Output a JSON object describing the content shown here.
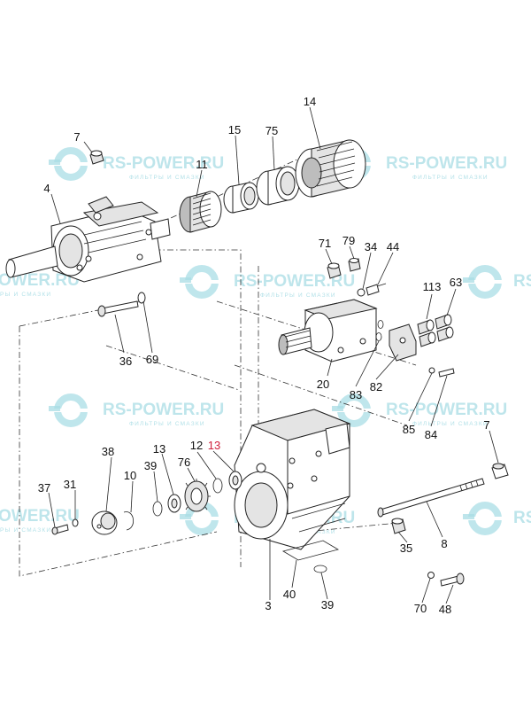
{
  "watermark": {
    "text": "RS-POWER.RU",
    "subtitle": "ФИЛЬТРЫ И СМАЗКИ",
    "left_fragment": "OWER.RU",
    "left_sub_fragment": "РЫ И СМАЗКИ",
    "right_fragment": "RS"
  },
  "callouts": [
    {
      "id": "7",
      "color": "#111111"
    },
    {
      "id": "4",
      "color": "#111111"
    },
    {
      "id": "11",
      "color": "#111111"
    },
    {
      "id": "15",
      "color": "#111111"
    },
    {
      "id": "75",
      "color": "#111111"
    },
    {
      "id": "14",
      "color": "#111111"
    },
    {
      "id": "71",
      "color": "#111111"
    },
    {
      "id": "79",
      "color": "#111111"
    },
    {
      "id": "34",
      "color": "#111111"
    },
    {
      "id": "44",
      "color": "#111111"
    },
    {
      "id": "113",
      "color": "#111111"
    },
    {
      "id": "63",
      "color": "#111111"
    },
    {
      "id": "36",
      "color": "#111111"
    },
    {
      "id": "69",
      "color": "#111111"
    },
    {
      "id": "20",
      "color": "#111111"
    },
    {
      "id": "83",
      "color": "#111111"
    },
    {
      "id": "82",
      "color": "#111111"
    },
    {
      "id": "85",
      "color": "#111111"
    },
    {
      "id": "84",
      "color": "#111111"
    },
    {
      "id": "7",
      "color": "#111111"
    },
    {
      "id": "38",
      "color": "#111111"
    },
    {
      "id": "13",
      "color": "#111111"
    },
    {
      "id": "12",
      "color": "#111111"
    },
    {
      "id": "13",
      "color": "#d0223e"
    },
    {
      "id": "10",
      "color": "#111111"
    },
    {
      "id": "39",
      "color": "#111111"
    },
    {
      "id": "76",
      "color": "#111111"
    },
    {
      "id": "37",
      "color": "#111111"
    },
    {
      "id": "31",
      "color": "#111111"
    },
    {
      "id": "8",
      "color": "#111111"
    },
    {
      "id": "35",
      "color": "#111111"
    },
    {
      "id": "40",
      "color": "#111111"
    },
    {
      "id": "3",
      "color": "#111111"
    },
    {
      "id": "39",
      "color": "#111111"
    },
    {
      "id": "70",
      "color": "#111111"
    },
    {
      "id": "48",
      "color": "#111111"
    }
  ]
}
